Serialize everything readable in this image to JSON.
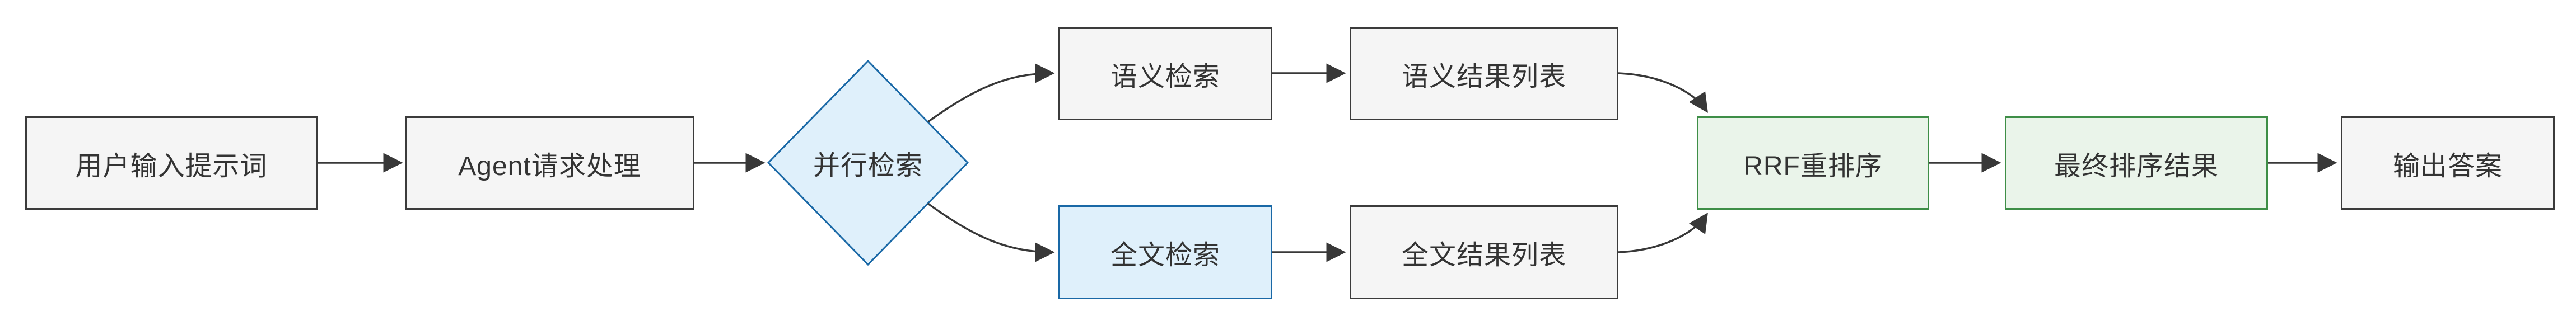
{
  "diagram": {
    "type": "flowchart",
    "background": "#ffffff",
    "nodes": [
      {
        "id": "user-input",
        "label": "用户输入提示词",
        "shape": "rect",
        "style": "gray"
      },
      {
        "id": "agent-processing",
        "label": "Agent请求处理",
        "shape": "rect",
        "style": "gray"
      },
      {
        "id": "parallel-retrieval",
        "label": "并行检索",
        "shape": "diamond",
        "style": "blue"
      },
      {
        "id": "semantic-search",
        "label": "语义检索",
        "shape": "rect",
        "style": "gray"
      },
      {
        "id": "semantic-results",
        "label": "语义结果列表",
        "shape": "rect",
        "style": "gray"
      },
      {
        "id": "fulltext-search",
        "label": "全文检索",
        "shape": "rect",
        "style": "blue"
      },
      {
        "id": "fulltext-results",
        "label": "全文结果列表",
        "shape": "rect",
        "style": "gray"
      },
      {
        "id": "rrf-rerank",
        "label": "RRF重排序",
        "shape": "rect",
        "style": "green"
      },
      {
        "id": "final-results",
        "label": "最终排序结果",
        "shape": "rect",
        "style": "green"
      },
      {
        "id": "output-answer",
        "label": "输出答案",
        "shape": "rect",
        "style": "gray"
      }
    ],
    "edges": [
      {
        "from": "user-input",
        "to": "agent-processing"
      },
      {
        "from": "agent-processing",
        "to": "parallel-retrieval"
      },
      {
        "from": "parallel-retrieval",
        "to": "semantic-search"
      },
      {
        "from": "parallel-retrieval",
        "to": "fulltext-search"
      },
      {
        "from": "semantic-search",
        "to": "semantic-results"
      },
      {
        "from": "fulltext-search",
        "to": "fulltext-results"
      },
      {
        "from": "semantic-results",
        "to": "rrf-rerank"
      },
      {
        "from": "fulltext-results",
        "to": "rrf-rerank"
      },
      {
        "from": "rrf-rerank",
        "to": "final-results"
      },
      {
        "from": "final-results",
        "to": "output-answer"
      }
    ],
    "palette": {
      "node_fill": "#f5f5f5",
      "node_border": "#3b3b3b",
      "accent_blue_fill": "#dff0fb",
      "accent_blue_border": "#1968a6",
      "accent_green_fill": "#eaf4ea",
      "accent_green_border": "#3e8e47",
      "edge_color": "#383838",
      "text_color": "#333333",
      "background": "#ffffff"
    }
  }
}
